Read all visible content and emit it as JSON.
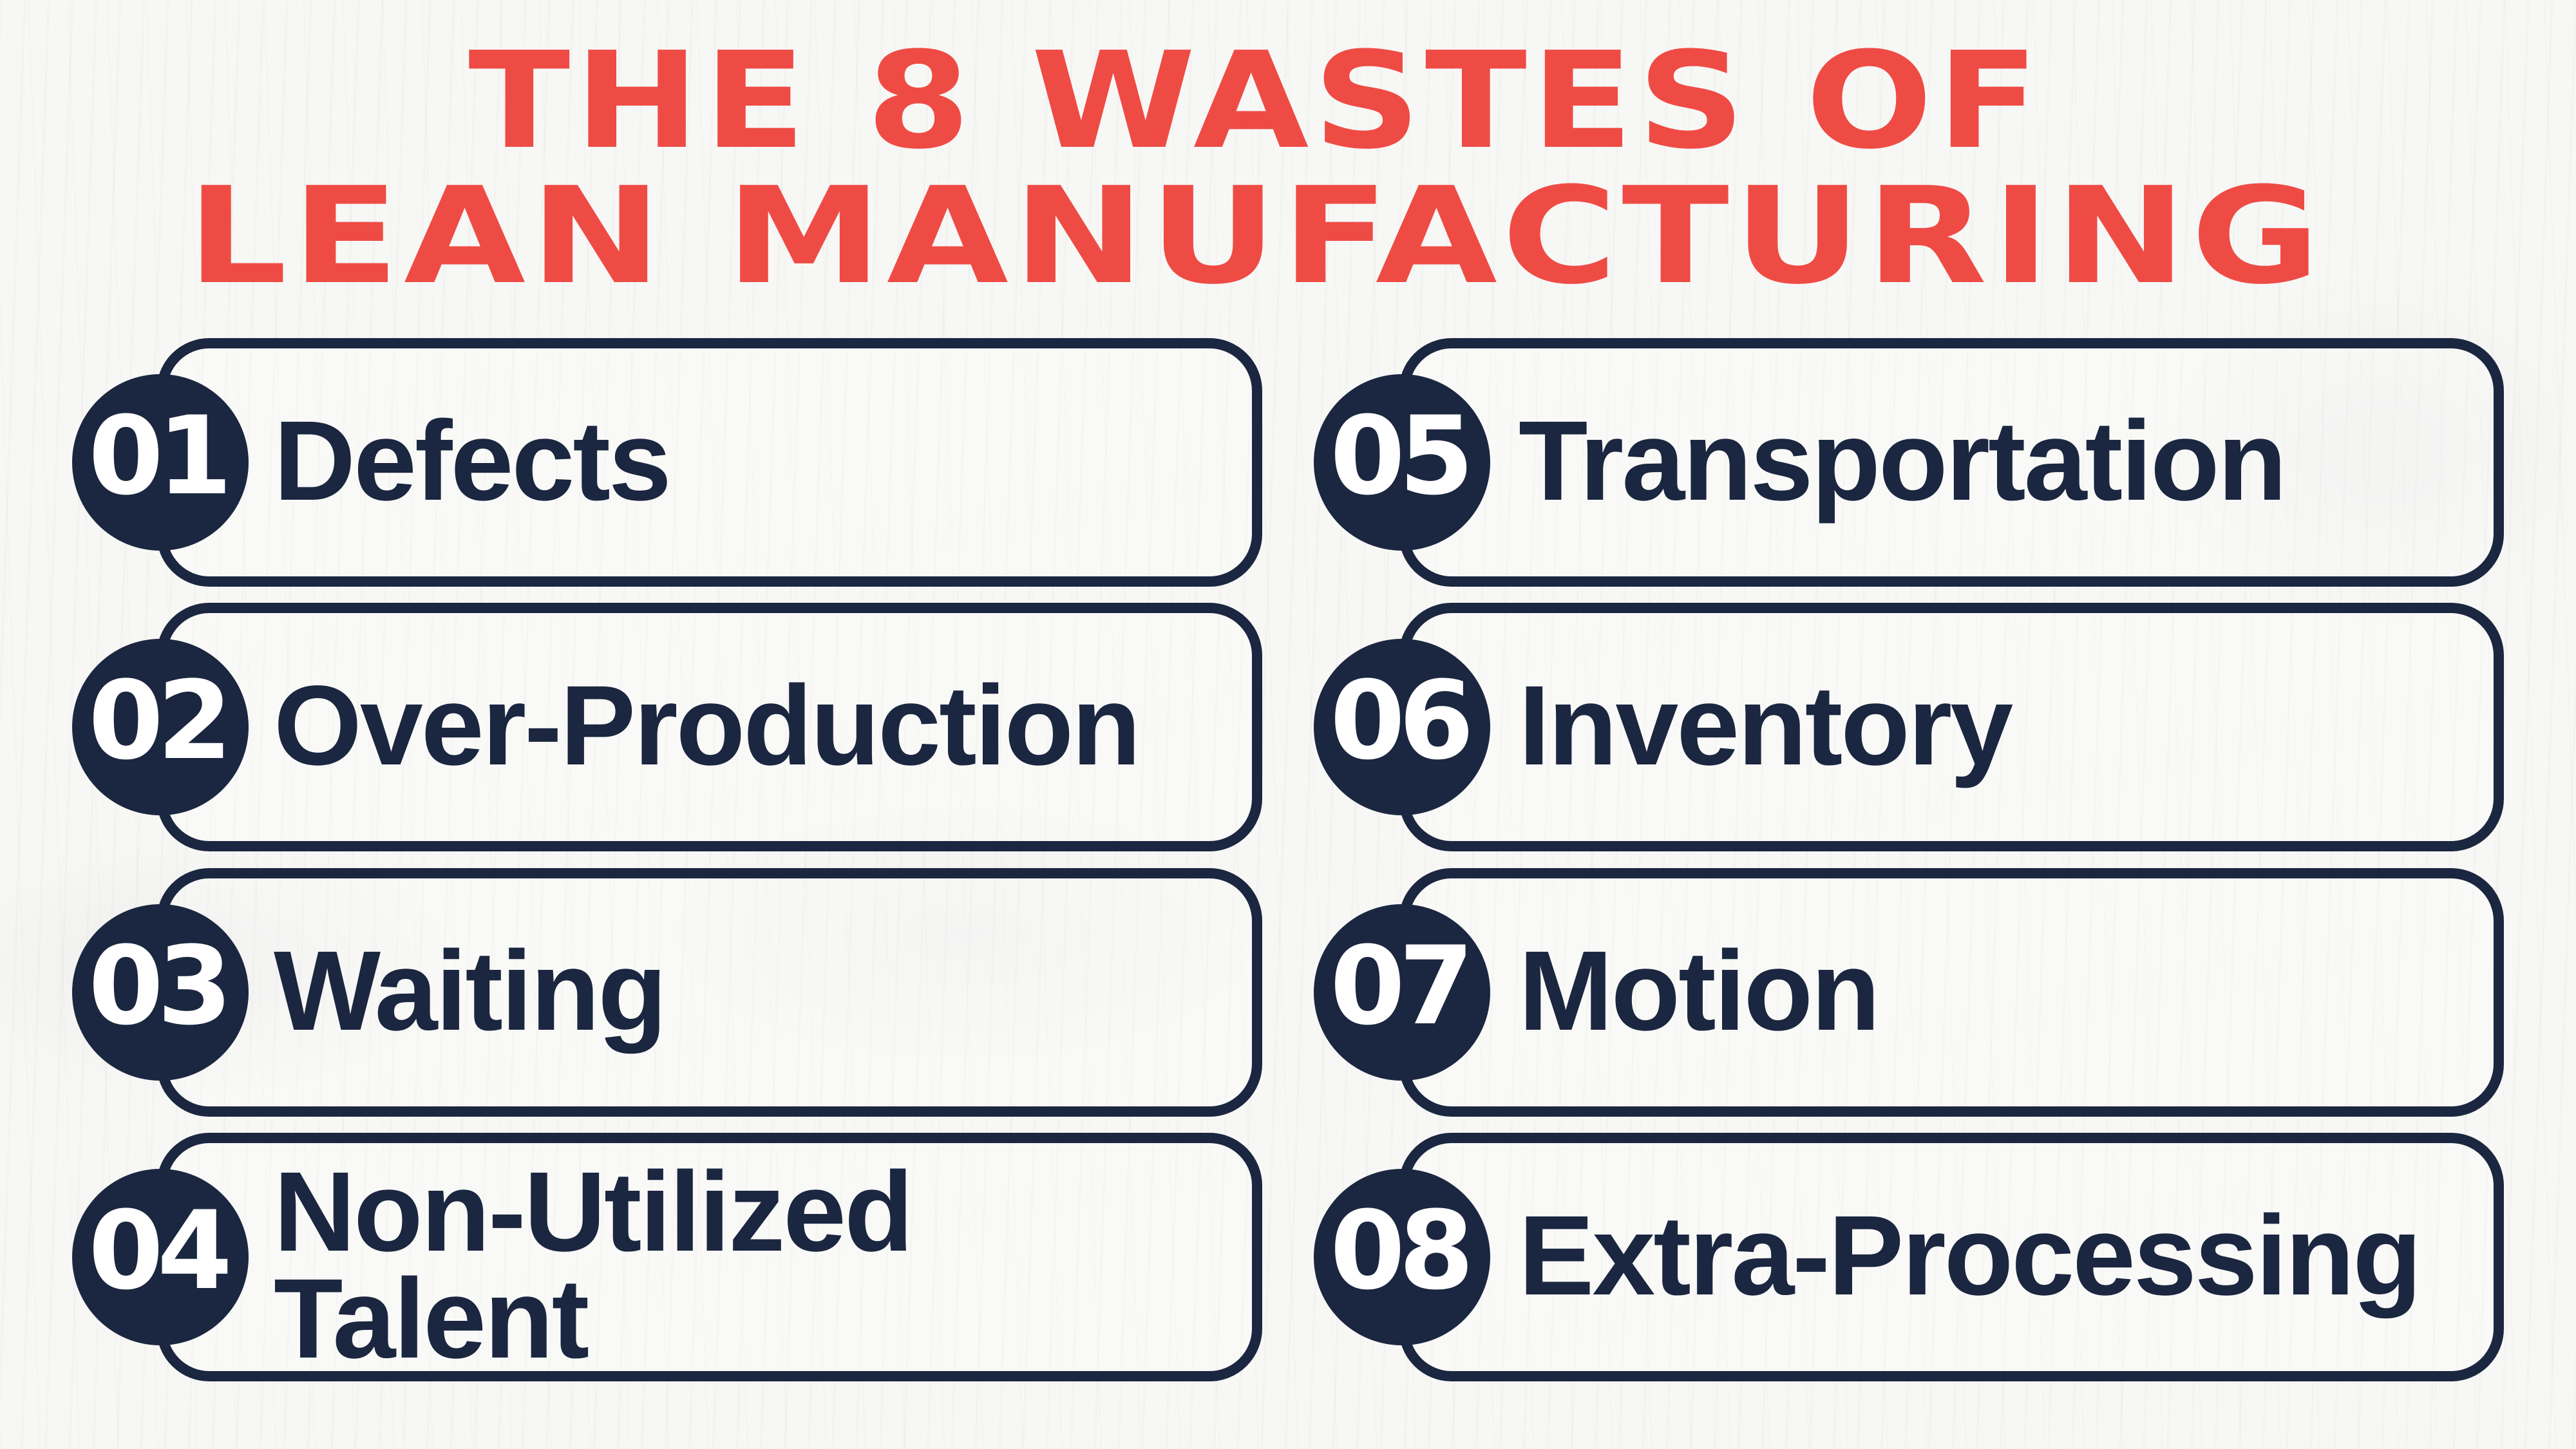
{
  "title": {
    "line1": "THE 8 WASTES OF",
    "line2": "LEAN MANUFACTURING",
    "color": "#EF4B45"
  },
  "colors": {
    "navy": "#1B2640",
    "background": "#F7F7F5",
    "number_text": "#FFFFFF"
  },
  "wastes": [
    {
      "number": "01",
      "label": "Defects"
    },
    {
      "number": "02",
      "label": "Over-Production"
    },
    {
      "number": "03",
      "label": "Waiting"
    },
    {
      "number": "04",
      "label_line1": "Non-Utilized",
      "label_line2": "Talent"
    },
    {
      "number": "05",
      "label": "Transportation"
    },
    {
      "number": "06",
      "label": "Inventory"
    },
    {
      "number": "07",
      "label": "Motion"
    },
    {
      "number": "08",
      "label": "Extra-Processing"
    }
  ]
}
